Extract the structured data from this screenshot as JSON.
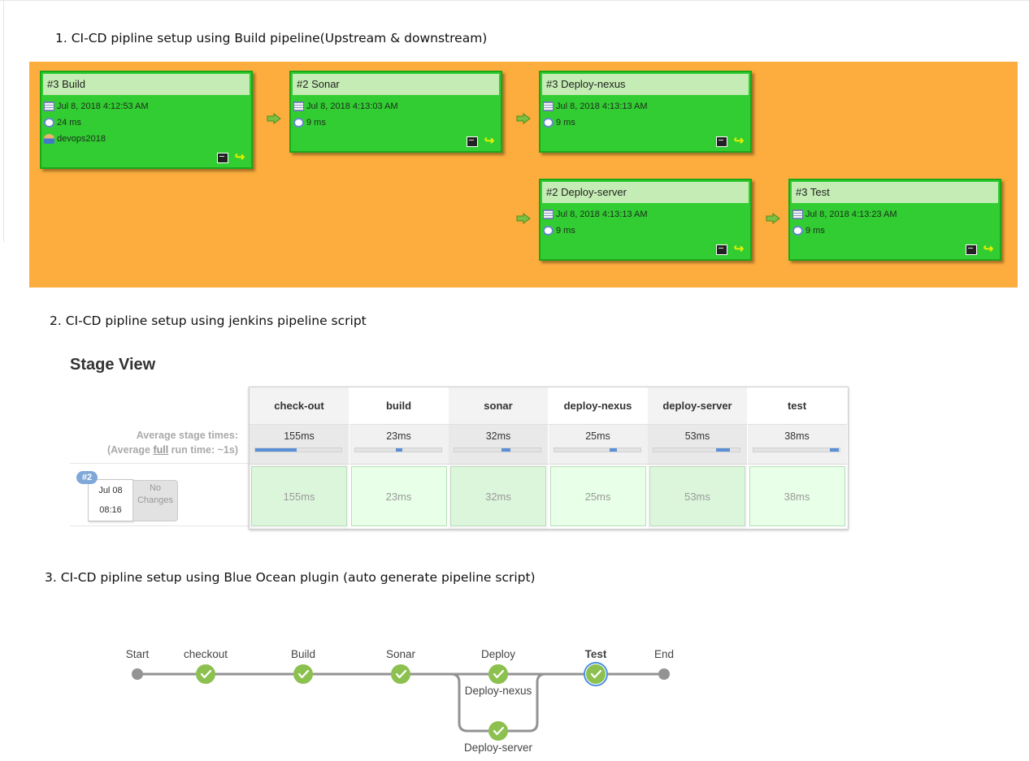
{
  "headings": {
    "section1": "1. CI-CD pipline setup using Build pipeline(Upstream & downstream)",
    "section2": "2. CI-CD pipline setup using jenkins pipeline script",
    "section3": "3. CI-CD pipline setup using Blue Ocean plugin (auto generate pipeline script)"
  },
  "build_pipeline": {
    "background_color": "#fcad3d",
    "card_color": "#32cd32",
    "jobs": [
      {
        "title": "#3 Build",
        "date": "Jul 8, 2018 4:12:53 AM",
        "duration": "24 ms",
        "user": "devops2018"
      },
      {
        "title": "#2 Sonar",
        "date": "Jul 8, 2018 4:13:03 AM",
        "duration": "9 ms"
      },
      {
        "title": "#3 Deploy-nexus",
        "date": "Jul 8, 2018 4:13:13 AM",
        "duration": "9 ms"
      },
      {
        "title": "#2 Deploy-server",
        "date": "Jul 8, 2018 4:13:13 AM",
        "duration": "9 ms"
      },
      {
        "title": "#3 Test",
        "date": "Jul 8, 2018 4:13:23 AM",
        "duration": "9 ms"
      }
    ]
  },
  "stage_view": {
    "title": "Stage View",
    "avg_label_line1": "Average stage times:",
    "avg_label_prefix": "(Average ",
    "avg_label_full": "full",
    "avg_label_suffix": " run time: ~1s)",
    "run": {
      "badge": "#2",
      "date": "Jul 08",
      "time": "08:16",
      "changes_line1": "No",
      "changes_line2": "Changes"
    },
    "stages": [
      {
        "name": "check-out",
        "avg": "155ms",
        "cell": "155ms",
        "bar_start": 0.0,
        "bar_fraction": 0.48
      },
      {
        "name": "build",
        "avg": "23ms",
        "cell": "23ms",
        "bar_start": 0.48,
        "bar_fraction": 0.07
      },
      {
        "name": "sonar",
        "avg": "32ms",
        "cell": "32ms",
        "bar_start": 0.55,
        "bar_fraction": 0.1
      },
      {
        "name": "deploy-nexus",
        "avg": "25ms",
        "cell": "25ms",
        "bar_start": 0.65,
        "bar_fraction": 0.08
      },
      {
        "name": "deploy-server",
        "avg": "53ms",
        "cell": "53ms",
        "bar_start": 0.73,
        "bar_fraction": 0.16
      },
      {
        "name": "test",
        "avg": "38ms",
        "cell": "38ms",
        "bar_start": 0.89,
        "bar_fraction": 0.11
      }
    ]
  },
  "blue_ocean": {
    "success_color": "#8cc04f",
    "line_color": "#949393",
    "selected_ring_color": "#4a90e2",
    "stages": [
      {
        "id": "start",
        "label": "Start",
        "kind": "terminal"
      },
      {
        "id": "checkout",
        "label": "checkout",
        "kind": "success"
      },
      {
        "id": "build",
        "label": "Build",
        "kind": "success"
      },
      {
        "id": "sonar",
        "label": "Sonar",
        "kind": "success"
      },
      {
        "id": "deploy",
        "label": "Deploy",
        "kind": "success",
        "branches": [
          {
            "id": "deploy-nexus",
            "label": "Deploy-nexus"
          },
          {
            "id": "deploy-server",
            "label": "Deploy-server"
          }
        ]
      },
      {
        "id": "test",
        "label": "Test",
        "kind": "success",
        "selected": true
      },
      {
        "id": "end",
        "label": "End",
        "kind": "terminal"
      }
    ]
  }
}
